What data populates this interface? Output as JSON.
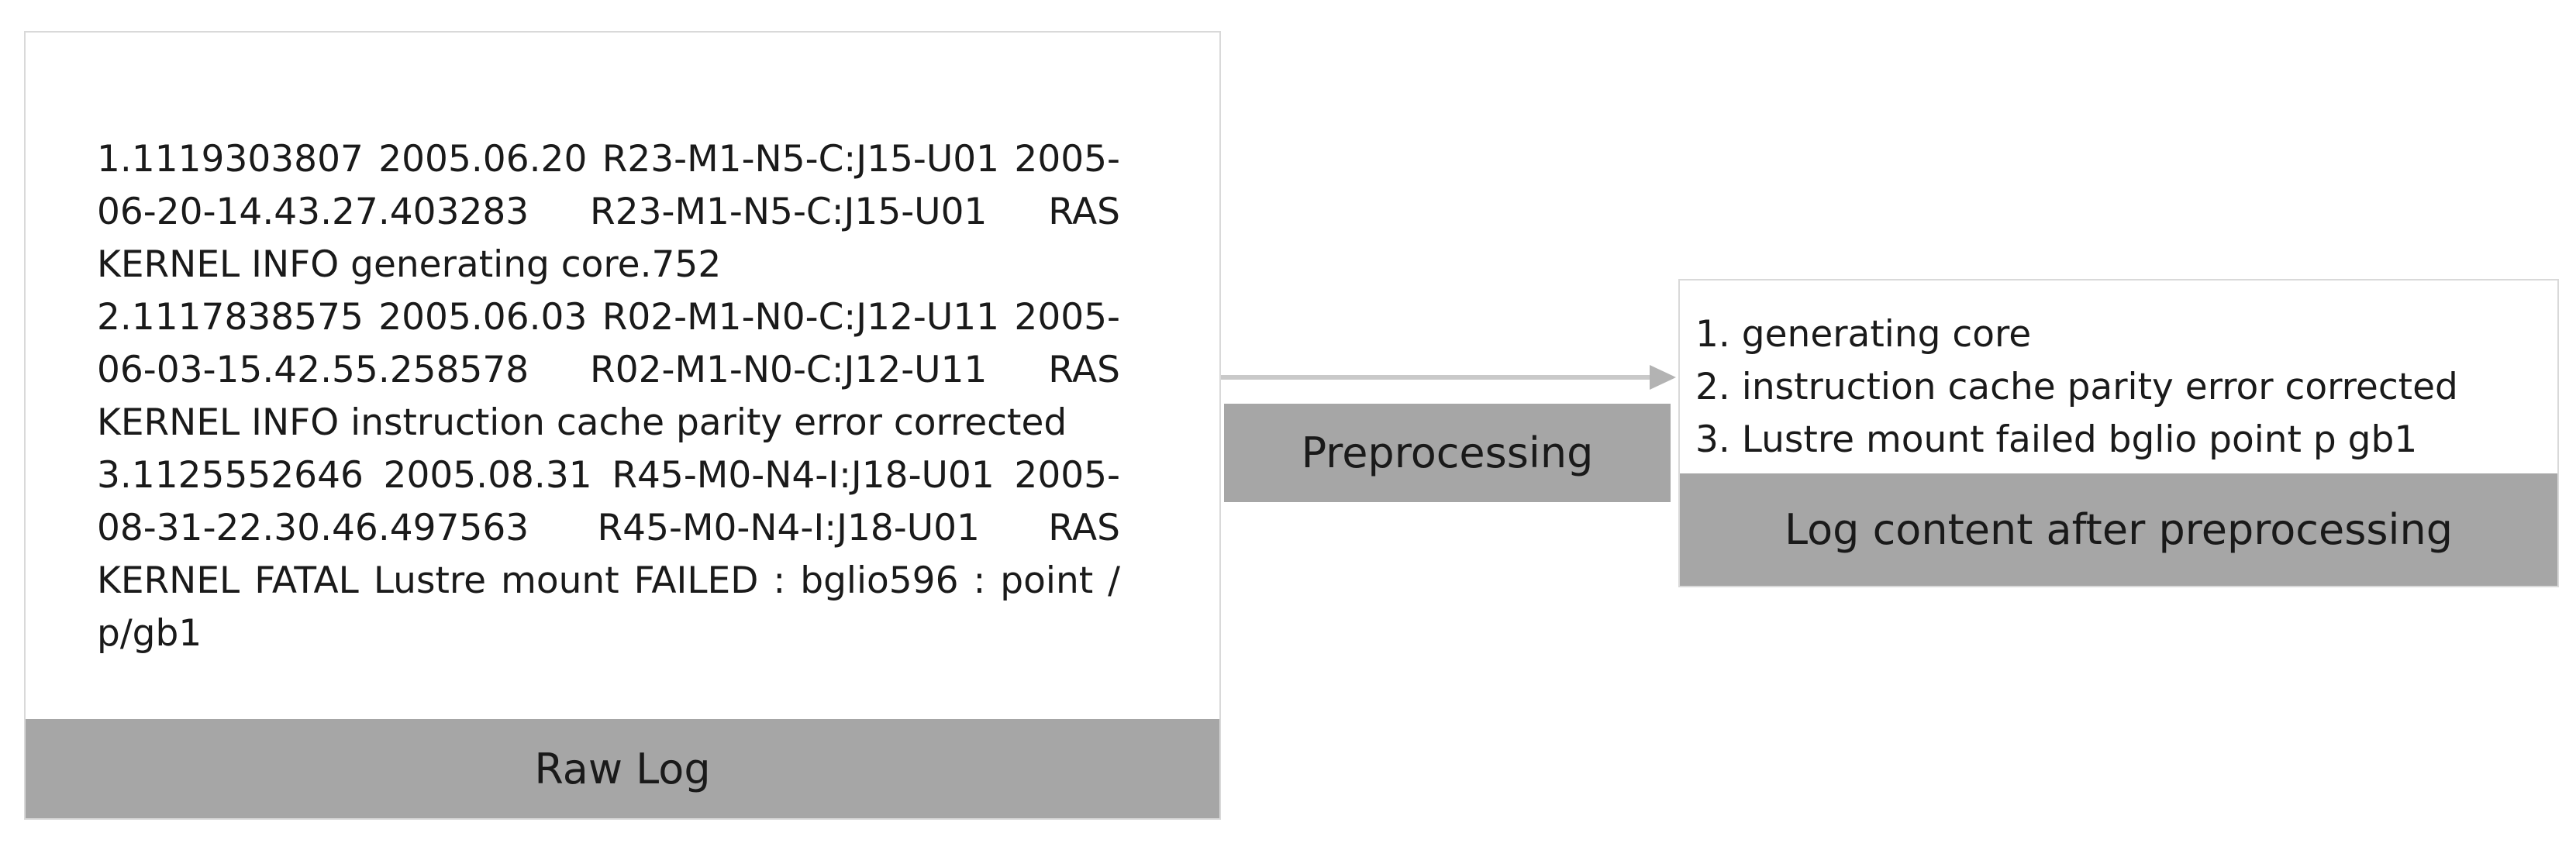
{
  "raw_log": {
    "entries": [
      "1.1119303807 2005.06.20 R23-M1-N5-C:J15-U01 2005-06-20-14.43.27.403283 R23-M1-N5-C:J15-U01 RAS KERNEL INFO generating core.752",
      "2.1117838575 2005.06.03 R02-M1-N0-C:J12-U11 2005-06-03-15.42.55.258578 R02-M1-N0-C:J12-U11 RAS KERNEL INFO instruction cache parity error corrected",
      "3.1125552646 2005.08.31 R45-M0-N4-I:J18-U01 2005-08-31-22.30.46.497563 R45-M0-N4-I:J18-U01 RAS KERNEL FATAL Lustre mount FAILED : bglio596 : point / p/gb1"
    ],
    "label": "Raw Log"
  },
  "process": {
    "label": "Preprocessing"
  },
  "result": {
    "items": [
      "1. generating core",
      "2. instruction cache parity error corrected",
      "3. Lustre mount failed bglio point p gb1"
    ],
    "label": "Log content after preprocessing"
  },
  "colors": {
    "box_fill": "#a6a6a6",
    "border": "#d9d9d9",
    "arrow": "#c9c9c9"
  }
}
